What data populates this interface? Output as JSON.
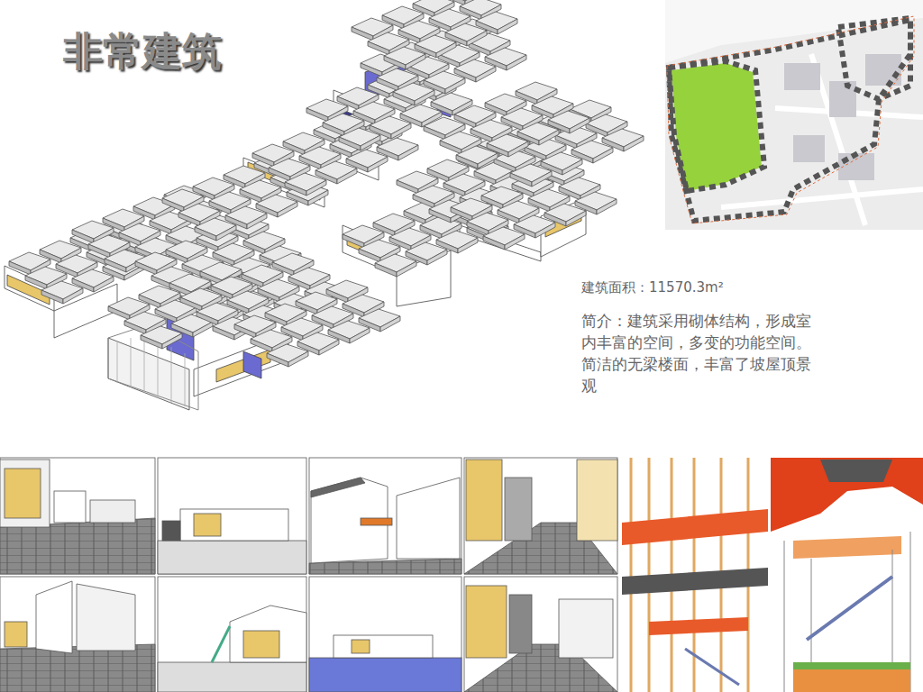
{
  "diagram": {
    "title": "非常建筑",
    "labels": [
      "建筑面积：11570.3m²",
      "简介：建筑采用砌体结构，形成室内丰富的空间，多变的功能空间。简洁的无梁楼面，丰富了坡屋顶景观"
    ]
  }
}
